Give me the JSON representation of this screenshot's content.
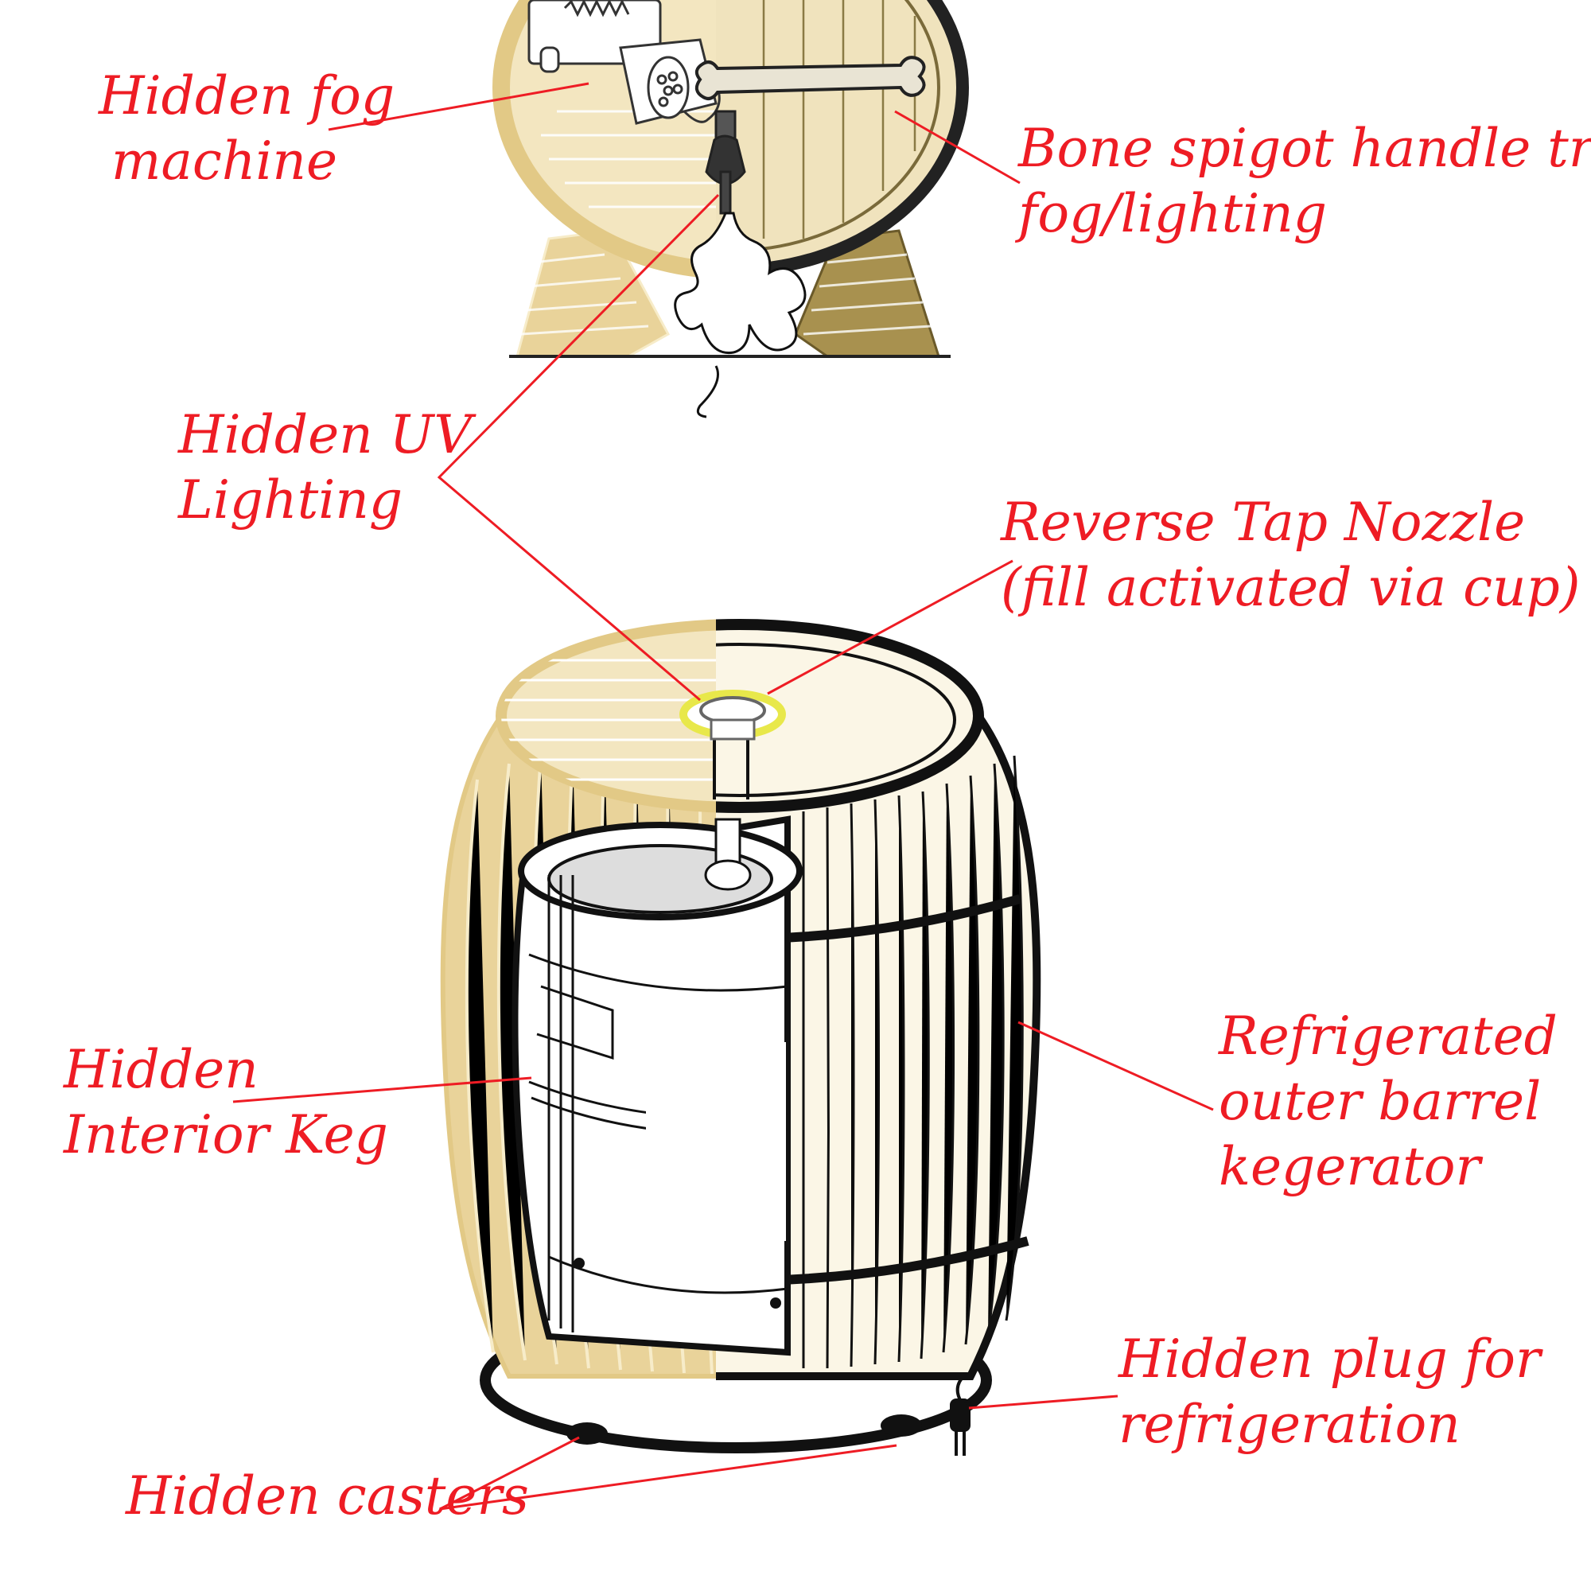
{
  "colors": {
    "label": "#ee1c24",
    "leader": "#ee1c24",
    "wood_ghost": "#e9d39a",
    "wood_ghost_line": "#f7ecc9",
    "ink": "#111111",
    "uv_ring": "#e8e84a"
  },
  "labels": {
    "fog_machine": [
      "Hidden fog",
      "machine"
    ],
    "bone_spigot": [
      "Bone spigot handle triggers",
      "fog/lighting"
    ],
    "uv_lighting": [
      "Hidden UV",
      "Lighting"
    ],
    "reverse_tap": [
      "Reverse Tap Nozzle",
      "(fill activated via cup)"
    ],
    "interior_keg": [
      "Hidden",
      "Interior Keg"
    ],
    "outer_barrel": [
      "Refrigerated",
      "outer barrel",
      "kegerator"
    ],
    "plug": [
      "Hidden plug for",
      "refrigeration"
    ],
    "casters": [
      "Hidden casters"
    ]
  }
}
